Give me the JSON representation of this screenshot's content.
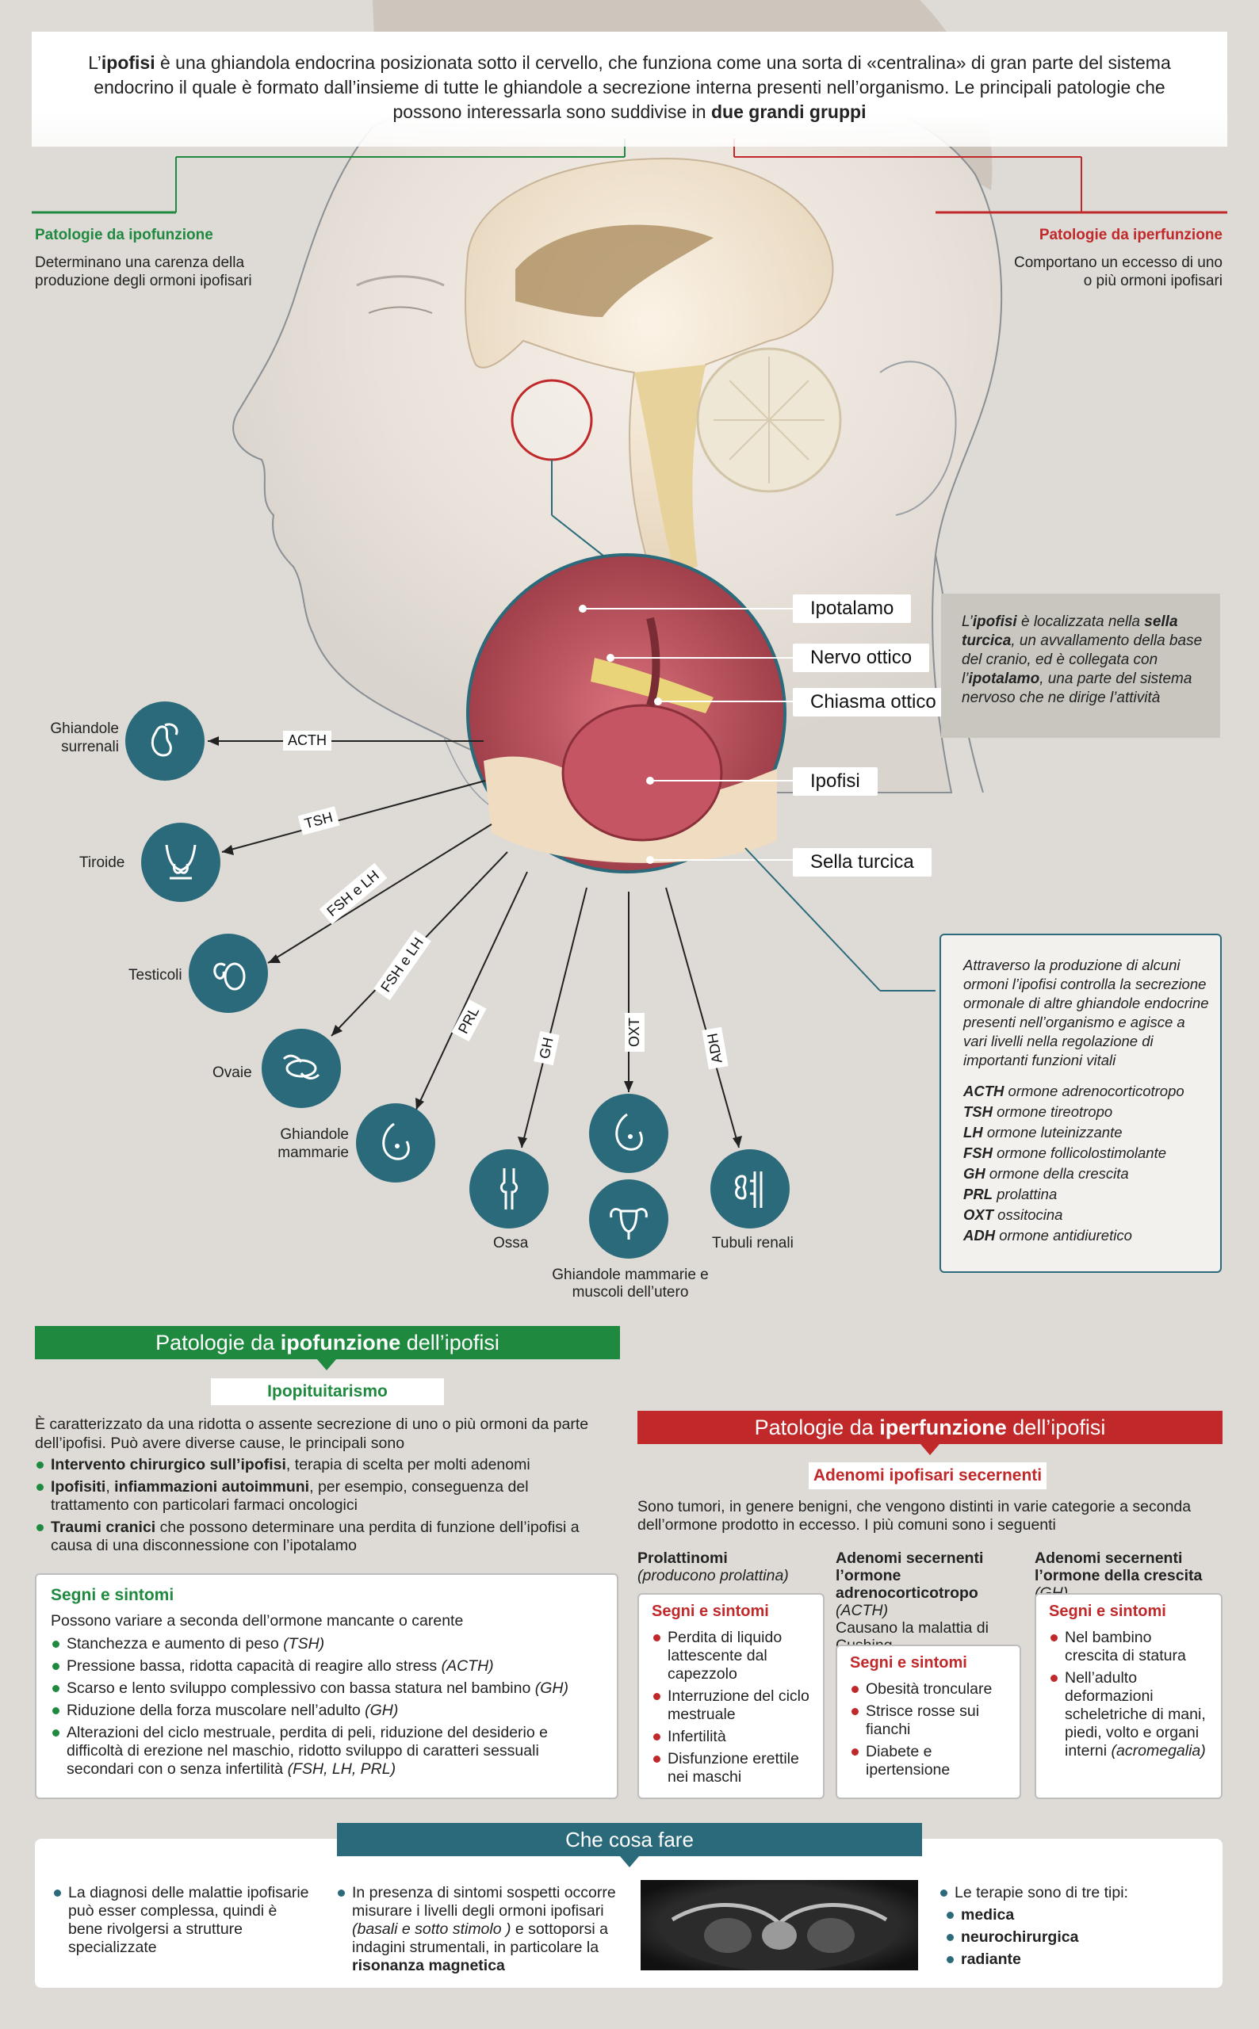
{
  "intro": {
    "part1": "L’",
    "bold1": "ipofisi",
    "part2": " è una ghiandola endocrina posizionata sotto il cervello, che funziona come una sorta di «centralina» di gran parte del sistema endocrino il quale è formato dall’insieme di tutte le ghiandole a secrezione interna presenti nell’organismo. Le principali patologie che possono interessarla sono suddivise in ",
    "bold2": "due grandi gruppi"
  },
  "groups": {
    "ipo": {
      "title": "Patologie da ipofunzione",
      "desc": "Determinano una carenza della produzione degli ormoni ipofisari"
    },
    "iper": {
      "title": "Patologie da iperfunzione",
      "desc": "Comportano un eccesso di uno o più ormoni ipofisari"
    }
  },
  "anatomy": {
    "labels": [
      "Ipotalamo",
      "Nervo ottico",
      "Chiasma ottico",
      "Ipofisi",
      "Sella turcica"
    ],
    "note1": {
      "p1": "L’",
      "b1": "ipofisi",
      "p2": " è localizzata nella ",
      "b2": "sella turcica",
      "p3": ", un avvallamento della base del cranio, ed è collegata con l’",
      "b3": "ipotalamo",
      "p4": ", una parte del sistema nervoso che ne dirige l’attività"
    }
  },
  "targets": [
    {
      "label": "Ghiandole surrenali",
      "hormone": "ACTH",
      "icon": "adrenal-icon"
    },
    {
      "label": "Tiroide",
      "hormone": "TSH",
      "icon": "thyroid-icon"
    },
    {
      "label": "Testicoli",
      "hormone": "FSH e LH",
      "icon": "testicles-icon"
    },
    {
      "label": "Ovaie",
      "hormone": "FSH e LH",
      "icon": "ovaries-icon"
    },
    {
      "label": "Ghiandole mammarie",
      "hormone": "PRL",
      "icon": "breast-icon"
    },
    {
      "label": "Ossa",
      "hormone": "GH",
      "icon": "bone-icon"
    },
    {
      "label": "Ghiandole mammarie e muscoli dell’utero",
      "hormone": "OXT",
      "icon": "breast-uterus-icon"
    },
    {
      "label": "Tubuli renali",
      "hormone": "ADH",
      "icon": "kidney-icon"
    }
  ],
  "legend": {
    "intro": "Attraverso la produzione di alcuni ormoni l’ipofisi controlla la secrezione ormonale di altre ghiandole endocrine presenti nell’organismo  e agisce a vari livelli nella regolazione di importanti funzioni vitali",
    "items": [
      {
        "abbr": "ACTH",
        "name": "ormone adrenocorticotropo"
      },
      {
        "abbr": "TSH",
        "name": "ormone tireotropo"
      },
      {
        "abbr": "LH",
        "name": "ormone luteinizzante"
      },
      {
        "abbr": "FSH",
        "name": "ormone follicolostimolante"
      },
      {
        "abbr": "GH",
        "name": "ormone della crescita"
      },
      {
        "abbr": "PRL",
        "name": "prolattina"
      },
      {
        "abbr": "OXT",
        "name": "ossitocina"
      },
      {
        "abbr": "ADH",
        "name": "ormone antidiuretico"
      }
    ]
  },
  "ipofunzione": {
    "band_pre": "Patologie da ",
    "band_bold": "ipofunzione",
    "band_post": " dell’ipofisi",
    "sub": "Ipopituitarismo",
    "text": "È caratterizzato da una ridotta o assente secrezione di uno o più ormoni da parte dell’ipofisi. Può avere diverse cause, le principali sono",
    "causes": [
      {
        "bold": "Intervento chirurgico sull’ipofisi",
        "rest": ", terapia di scelta per molti adenomi"
      },
      {
        "bold": "Ipofisiti",
        "mid": ", ",
        "bold2": "infiammazioni autoimmuni",
        "rest": ", per esempio, conseguenza del trattamento con particolari farmaci oncologici"
      },
      {
        "bold": "Traumi cranici",
        "rest": " che possono determinare una perdita di funzione dell’ipofisi a causa di una disconnessione con l’ipotalamo"
      }
    ],
    "signs_title": "Segni e sintomi",
    "signs_intro": "Possono variare a seconda dell’ormone mancante o carente",
    "signs": [
      {
        "text": "Stanchezza e aumento di peso ",
        "tag": "(TSH)"
      },
      {
        "text": "Pressione bassa, ridotta capacità di reagire allo stress ",
        "tag": "(ACTH)"
      },
      {
        "text": "Scarso e lento sviluppo complessivo con bassa statura nel bambino ",
        "tag": "(GH)"
      },
      {
        "text": "Riduzione della forza muscolare nell’adulto ",
        "tag": "(GH)"
      },
      {
        "text": "Alterazioni del ciclo mestruale, perdita di peli, riduzione del desiderio e difficoltà di erezione nel maschio, ridotto sviluppo di caratteri sessuali secondari con o senza infertilità ",
        "tag": "(FSH, LH, PRL)"
      }
    ]
  },
  "iperfunzione": {
    "band_pre": "Patologie da ",
    "band_bold": "iperfunzione",
    "band_post": " dell’ipofisi",
    "sub": "Adenomi ipofisari secernenti",
    "text": "Sono tumori, in genere benigni, che vengono distinti in varie categorie a seconda dell’ormone prodotto in eccesso. I più comuni sono i seguenti",
    "types": [
      {
        "title": "Prolattinomi",
        "subtitle": "(producono prolattina)",
        "desc": "",
        "signs_title": "Segni e sintomi",
        "signs": [
          "Perdita di liquido lattescente dal capezzolo",
          "Interruzione del ciclo mestruale",
          "Infertilità",
          "Disfunzione erettile nei maschi"
        ]
      },
      {
        "title": "Adenomi secernenti l’ormone adrenocorticotropo",
        "subtitle": "(ACTH)",
        "desc": "Causano la malattia di Cushing",
        "signs_title": "Segni e sintomi",
        "signs": [
          "Obesità tronculare",
          "Strisce rosse sui fianchi",
          "Diabete e ipertensione"
        ]
      },
      {
        "title": "Adenomi secernenti l’ormone della crescita",
        "subtitle": "(GH)",
        "desc": "",
        "signs_title": "Segni e sintomi",
        "signs": [
          "Nel bambino crescita di statura",
          "Nell’adulto deformazioni scheletriche di mani, piedi, volto e organi interni"
        ],
        "last_tag": "(acromegalia)"
      }
    ]
  },
  "what_to_do": {
    "title": "Che cosa fare",
    "col1": "La diagnosi delle malattie ipofisarie può esser complessa, quindi è bene rivolgersi a strutture specializzate",
    "col2_pre": "In presenza di sintomi sospetti occorre misurare i livelli degli ormoni ipofisari ",
    "col2_it": "(basali e sotto stimolo )",
    "col2_mid": " e sottoporsi a indagini strumentali, in particolare la ",
    "col2_bold": "risonanza magnetica",
    "col3_intro": "Le terapie sono di tre tipi:",
    "therapies": [
      "medica",
      "neurochirurgica",
      "radiante"
    ]
  },
  "colors": {
    "green": "#1f8a3f",
    "red": "#c0282a",
    "teal": "#2a6a7a"
  }
}
